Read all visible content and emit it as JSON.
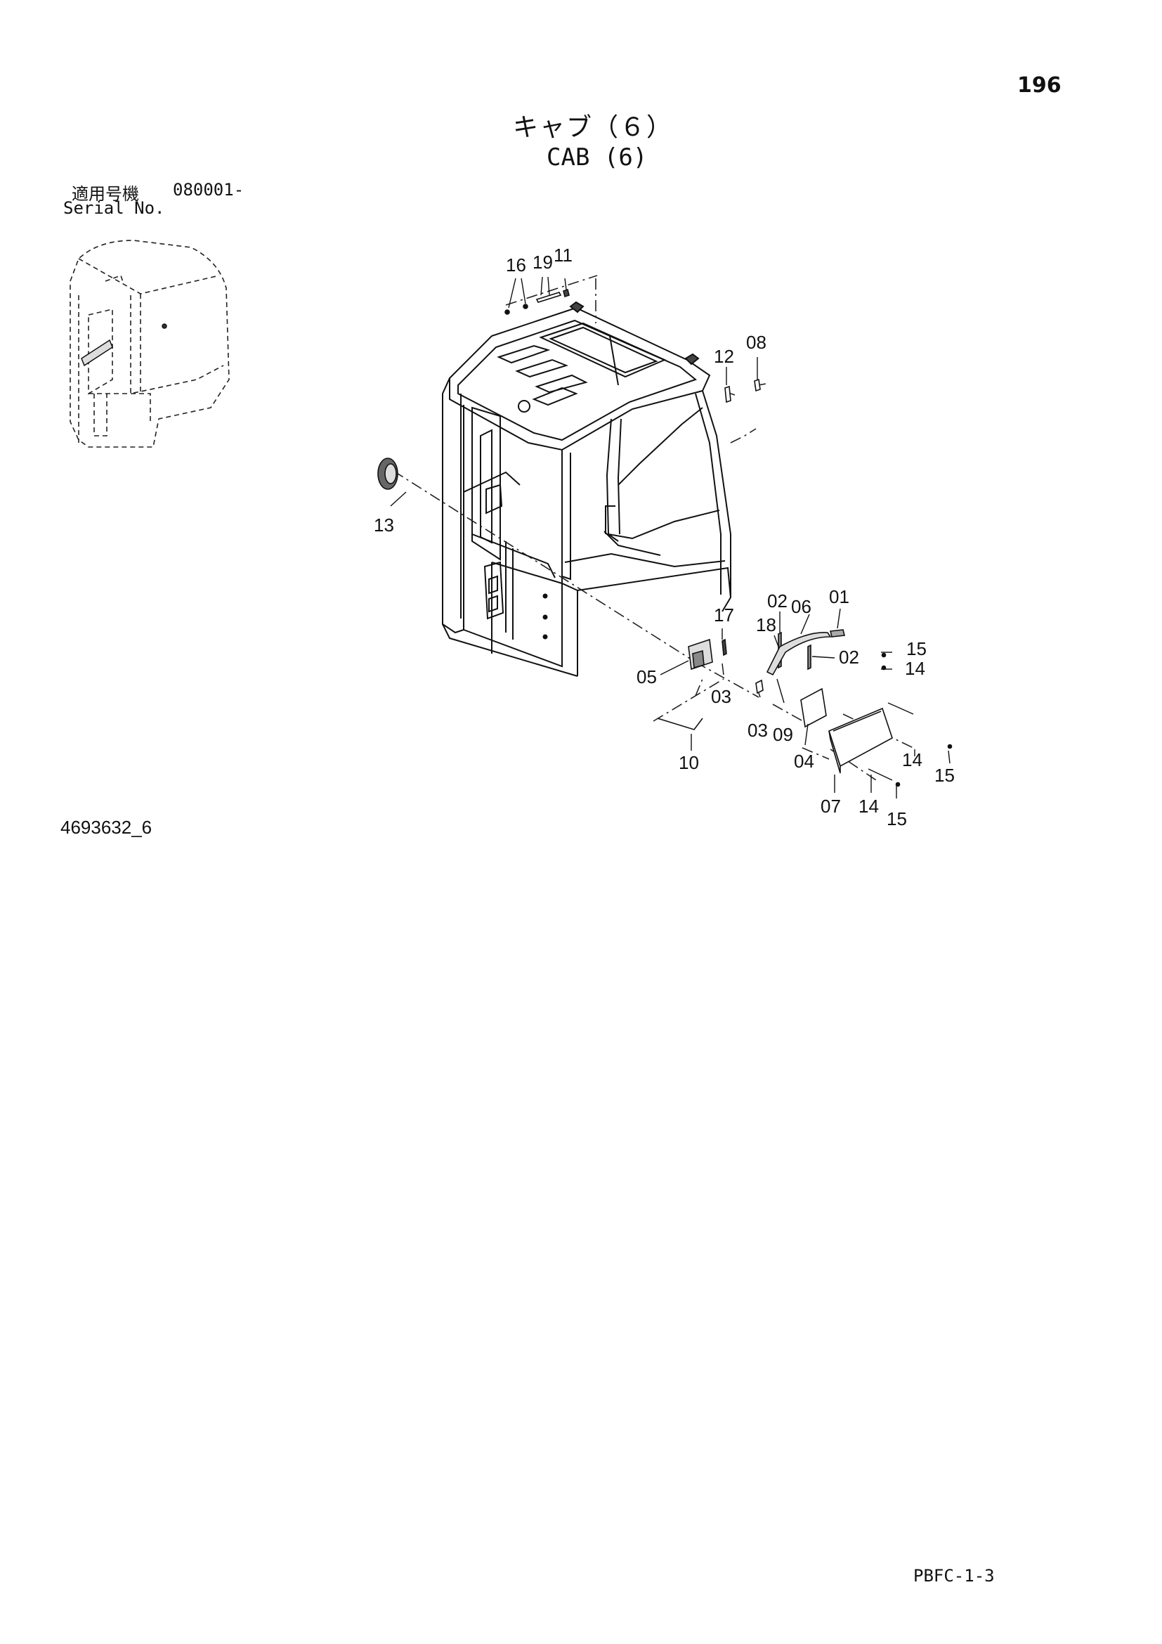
{
  "page_number": "196",
  "title_ja": "キャブ（６）",
  "title_en": "CAB (6)",
  "serial": {
    "label_ja": "適用号機",
    "code": "080001-",
    "label_en": "Serial No."
  },
  "drawing_number": "4693632_6",
  "footer_code": "PBFC-1-3",
  "callouts": {
    "c16": "16",
    "c19": "19",
    "c11": "11",
    "c12": "12",
    "c08": "08",
    "c13": "13",
    "c17": "17",
    "c18": "18",
    "c02a": "02",
    "c06": "06",
    "c01": "01",
    "c02b": "02",
    "c05": "05",
    "c03a": "03",
    "c03b": "03",
    "c09": "09",
    "c04": "04",
    "c10": "10",
    "c15a": "15",
    "c14a": "14",
    "c14b": "14",
    "c15b": "15",
    "c07": "07",
    "c14c": "14",
    "c15c": "15"
  }
}
